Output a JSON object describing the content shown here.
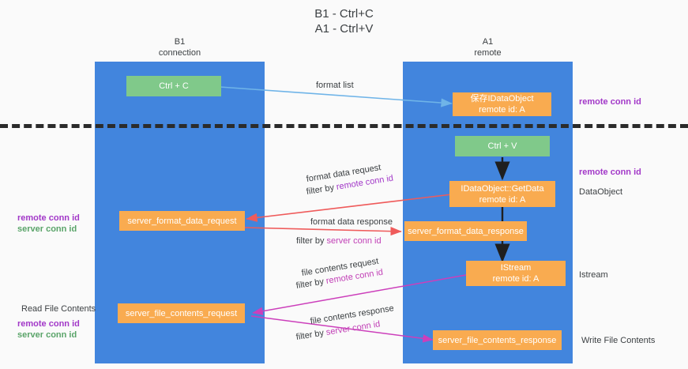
{
  "title_lines": [
    "B1 - Ctrl+C",
    "A1 - Ctrl+V"
  ],
  "lanes": [
    {
      "id": "b1",
      "name": "B1",
      "role": "connection"
    },
    {
      "id": "a1",
      "name": "A1",
      "role": "remote"
    }
  ],
  "colors": {
    "lane": "#4285dd",
    "node_green": "#80c98a",
    "node_orange": "#f9ab50",
    "remote_conn_id": "#a238c8",
    "server_conn_id": "#5aa469",
    "arrow_blue": "#6fb4e8",
    "arrow_red": "#ef5b5b",
    "arrow_magenta": "#cc3fbb",
    "arrow_black": "#1f1f1f",
    "divider": "#2b2b2b",
    "text": "#3c4043",
    "background": "#fafafa"
  },
  "nodes": [
    {
      "id": "ctrl_c",
      "line1": "Ctrl + C",
      "line2": "",
      "style": "green"
    },
    {
      "id": "idataobject",
      "line1": "保存IDataObject",
      "line2": "remote id: A",
      "style": "orange"
    },
    {
      "id": "ctrl_v",
      "line1": "Ctrl + V",
      "line2": "",
      "style": "green"
    },
    {
      "id": "getdata",
      "line1": "IDataObject::GetData",
      "line2": "remote id: A",
      "style": "orange"
    },
    {
      "id": "sfdreq",
      "line1": "server_format_data_request",
      "line2": "",
      "style": "orange"
    },
    {
      "id": "sfdresp",
      "line1": "server_format_data_response",
      "line2": "",
      "style": "orange"
    },
    {
      "id": "istream",
      "line1": "IStream",
      "line2": "remote id: A",
      "style": "orange"
    },
    {
      "id": "sfcreq",
      "line1": "server_file_contents_request",
      "line2": "",
      "style": "orange"
    },
    {
      "id": "sfcresp",
      "line1": "server_file_contents_response",
      "line2": "",
      "style": "orange"
    }
  ],
  "edge_labels": {
    "format_list": "format list",
    "format_data_request": "format data request",
    "format_data_response": "format data response",
    "file_contents_request": "file contents request",
    "file_contents_response": "file contents response",
    "filter_by": "filter by "
  },
  "annotations": {
    "remote_conn_id": "remote conn id",
    "server_conn_id": "server conn id",
    "data_object": "DataObject",
    "istream": "Istream",
    "read_file_contents": "Read File Contents",
    "write_file_contents": "Write File Contents"
  }
}
